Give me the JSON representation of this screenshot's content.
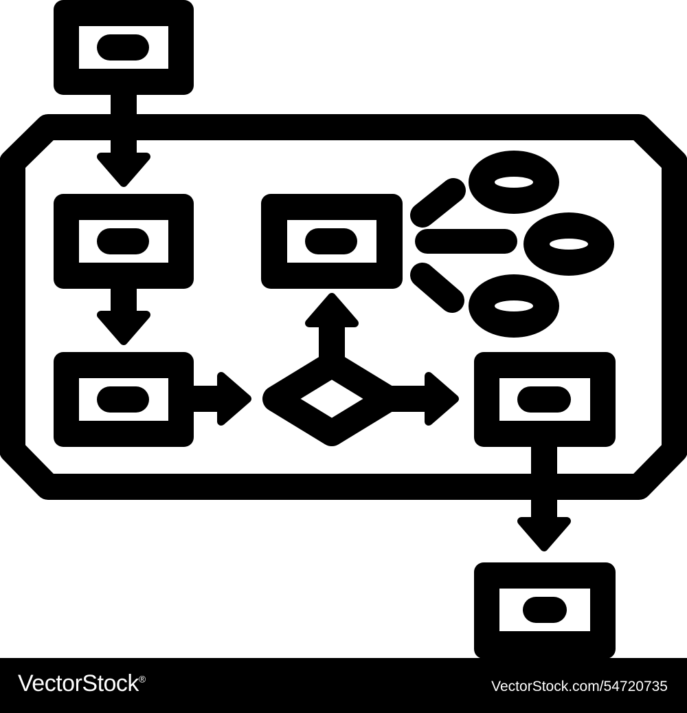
{
  "colors": {
    "stroke": "#000000",
    "background": "#ffffff",
    "footer_background": "#000000",
    "footer_text": "#ffffff"
  },
  "diagram": {
    "icon": "workflow-process-flowchart-icon",
    "nodes": [
      {
        "id": "input-process",
        "shape": "process-box"
      },
      {
        "id": "process-step-1",
        "shape": "process-box"
      },
      {
        "id": "process-step-2",
        "shape": "process-box"
      },
      {
        "id": "decision",
        "shape": "diamond"
      },
      {
        "id": "branch-process",
        "shape": "process-box"
      },
      {
        "id": "output-option-1",
        "shape": "ellipse"
      },
      {
        "id": "output-option-2",
        "shape": "ellipse"
      },
      {
        "id": "output-option-3",
        "shape": "ellipse"
      },
      {
        "id": "result-process",
        "shape": "process-box"
      },
      {
        "id": "final-output",
        "shape": "process-box"
      }
    ],
    "edges": [
      {
        "from": "input-process",
        "to": "process-step-1",
        "style": "arrow"
      },
      {
        "from": "process-step-1",
        "to": "process-step-2",
        "style": "arrow"
      },
      {
        "from": "process-step-2",
        "to": "decision",
        "style": "arrow"
      },
      {
        "from": "decision",
        "to": "branch-process",
        "style": "arrow"
      },
      {
        "from": "decision",
        "to": "result-process",
        "style": "arrow"
      },
      {
        "from": "branch-process",
        "to": "output-option-1",
        "style": "line"
      },
      {
        "from": "branch-process",
        "to": "output-option-2",
        "style": "line"
      },
      {
        "from": "branch-process",
        "to": "output-option-3",
        "style": "line"
      },
      {
        "from": "result-process",
        "to": "final-output",
        "style": "arrow"
      }
    ]
  },
  "footer": {
    "brand": "VectorStock",
    "brand_mark": "®",
    "asset_id": "VectorStock.com/54720735"
  }
}
